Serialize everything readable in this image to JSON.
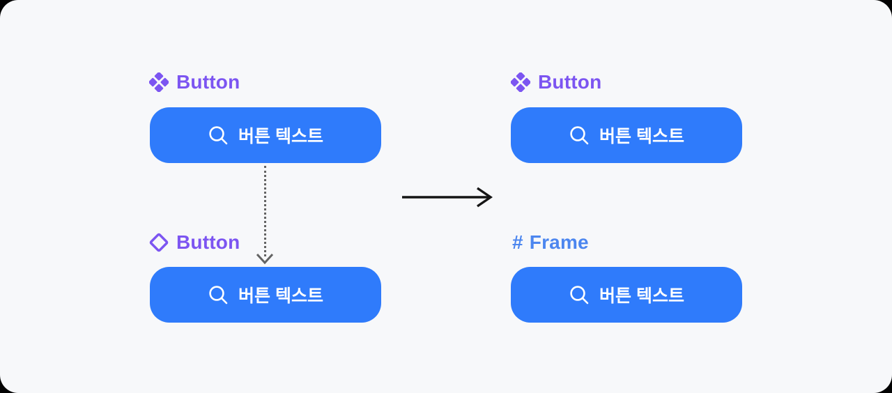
{
  "diagram": {
    "description_colors": {
      "outer_background": "#030303",
      "canvas_background": "#f7f8fa",
      "button_fill": "#2f7bfb",
      "button_text": "#ffffff",
      "component_label_purple": "#7c55f1",
      "frame_label_blue": "#4c86ef",
      "dotted_connector_gray": "#636363",
      "transform_arrow_black": "#151515"
    },
    "left": {
      "main_component": {
        "icon": "component-diamonds-icon",
        "label": "Button",
        "button": {
          "icon": "search-icon",
          "text": "버튼 텍스트"
        }
      },
      "instance": {
        "icon": "instance-diamond-icon",
        "label": "Button",
        "button": {
          "icon": "search-icon",
          "text": "버튼 텍스트"
        }
      }
    },
    "right": {
      "main_component": {
        "icon": "component-diamonds-icon",
        "label": "Button",
        "button": {
          "icon": "search-icon",
          "text": "버튼 텍스트"
        }
      },
      "frame": {
        "prefix": "#",
        "label": "Frame",
        "button": {
          "icon": "search-icon",
          "text": "버튼 텍스트"
        }
      }
    },
    "connectors": {
      "instance_link": "dotted-arrow-down",
      "transformation": "solid-arrow-right"
    }
  }
}
